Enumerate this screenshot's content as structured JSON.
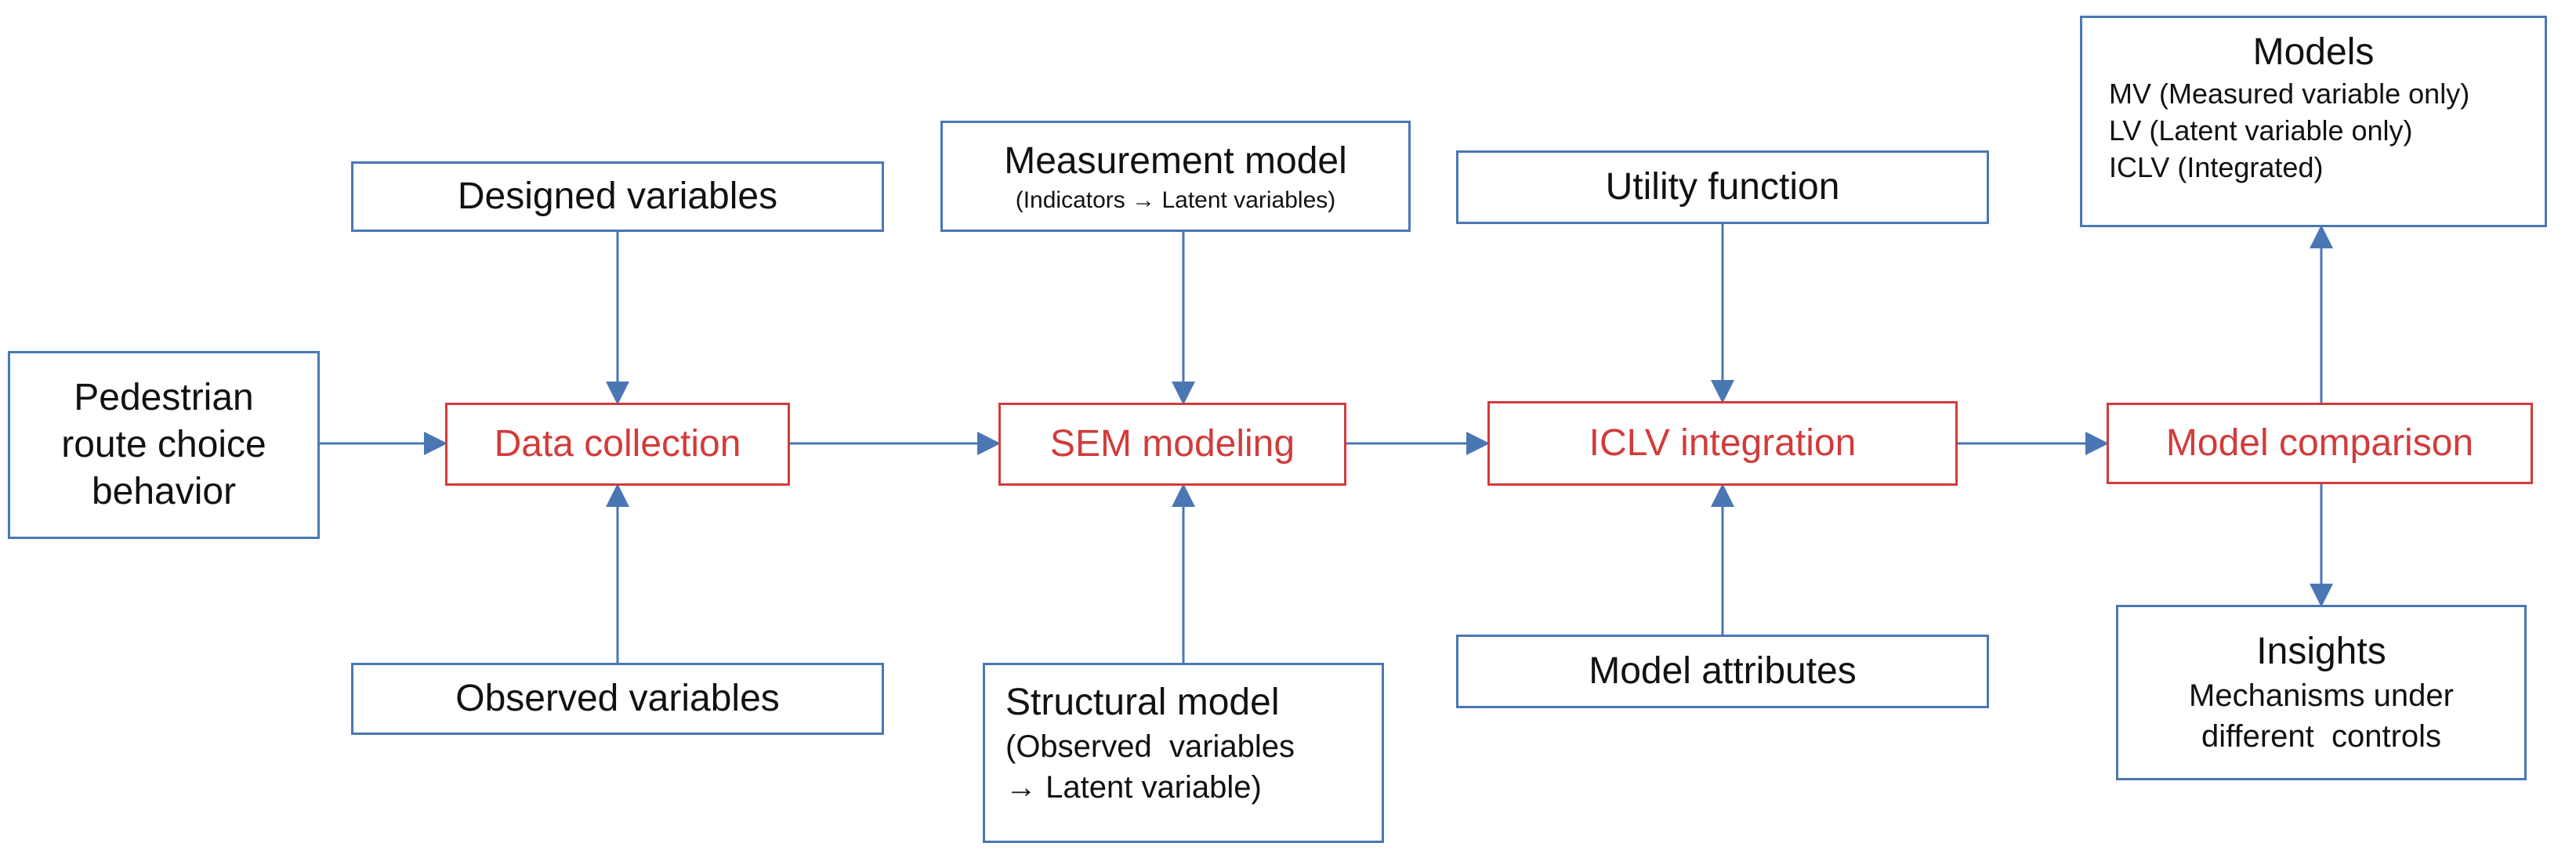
{
  "colors": {
    "box_border": "#4a77b4",
    "process_border": "#d23b3b",
    "process_text": "#d23b3b",
    "arrow": "#4a77b4",
    "text": "#111111"
  },
  "input": {
    "line1": "Pedestrian",
    "line2": "route choice",
    "line3": "behavior"
  },
  "data_collection": {
    "label": "Data collection",
    "designed": "Designed variables",
    "observed": "Observed variables"
  },
  "sem": {
    "label": "SEM modeling",
    "measurement_title": "Measurement model",
    "measurement_sub": "(Indicators → Latent variables)",
    "structural_title": "Structural model",
    "structural_sub1": "(Observed  variables",
    "structural_sub2": "→ Latent variable)"
  },
  "iclv": {
    "label": "ICLV integration",
    "utility": "Utility function",
    "attributes": "Model attributes"
  },
  "comparison": {
    "label": "Model comparison",
    "models_title": "Models",
    "models_items": [
      "MV (Measured variable only)",
      "LV (Latent variable only)",
      "ICLV (Integrated)"
    ],
    "insights_title": "Insights",
    "insights_line1": "Mechanisms under",
    "insights_line2": "different  controls"
  }
}
